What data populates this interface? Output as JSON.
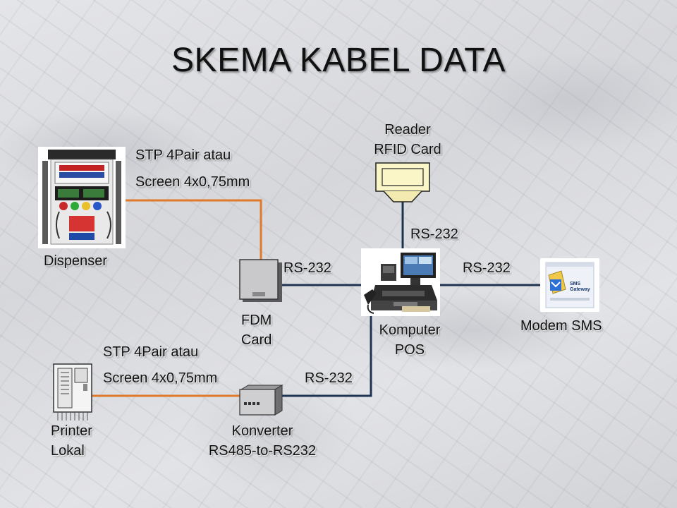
{
  "title": "SKEMA KABEL DATA",
  "devices": {
    "dispenser": {
      "label": "Dispenser"
    },
    "fdm": {
      "label_line1": "FDM",
      "label_line2": "Card"
    },
    "pos": {
      "label_line1": "Komputer",
      "label_line2": "POS"
    },
    "rfid": {
      "label_line1": "Reader",
      "label_line2": "RFID Card"
    },
    "modem": {
      "label": "Modem SMS",
      "screen_text_1": "SMS",
      "screen_text_2": "Gateway"
    },
    "printer": {
      "label_line1": "Printer",
      "label_line2": "Lokal"
    },
    "converter": {
      "label_line1": "Konverter",
      "label_line2": "RS485-to-RS232"
    }
  },
  "cables": {
    "top_stp_line1": "STP 4Pair atau",
    "top_stp_line2": "Screen 4x0,75mm",
    "bottom_stp_line1": "STP 4Pair atau",
    "bottom_stp_line2": "Screen 4x0,75mm",
    "rs232_fdm_pos": "RS-232",
    "rs232_rfid_pos": "RS-232",
    "rs232_pos_modem": "RS-232",
    "rs232_conv_pos": "RS-232"
  },
  "colors": {
    "stp_cable": "#e07a2a",
    "rs232_cable": "#1f3350"
  }
}
